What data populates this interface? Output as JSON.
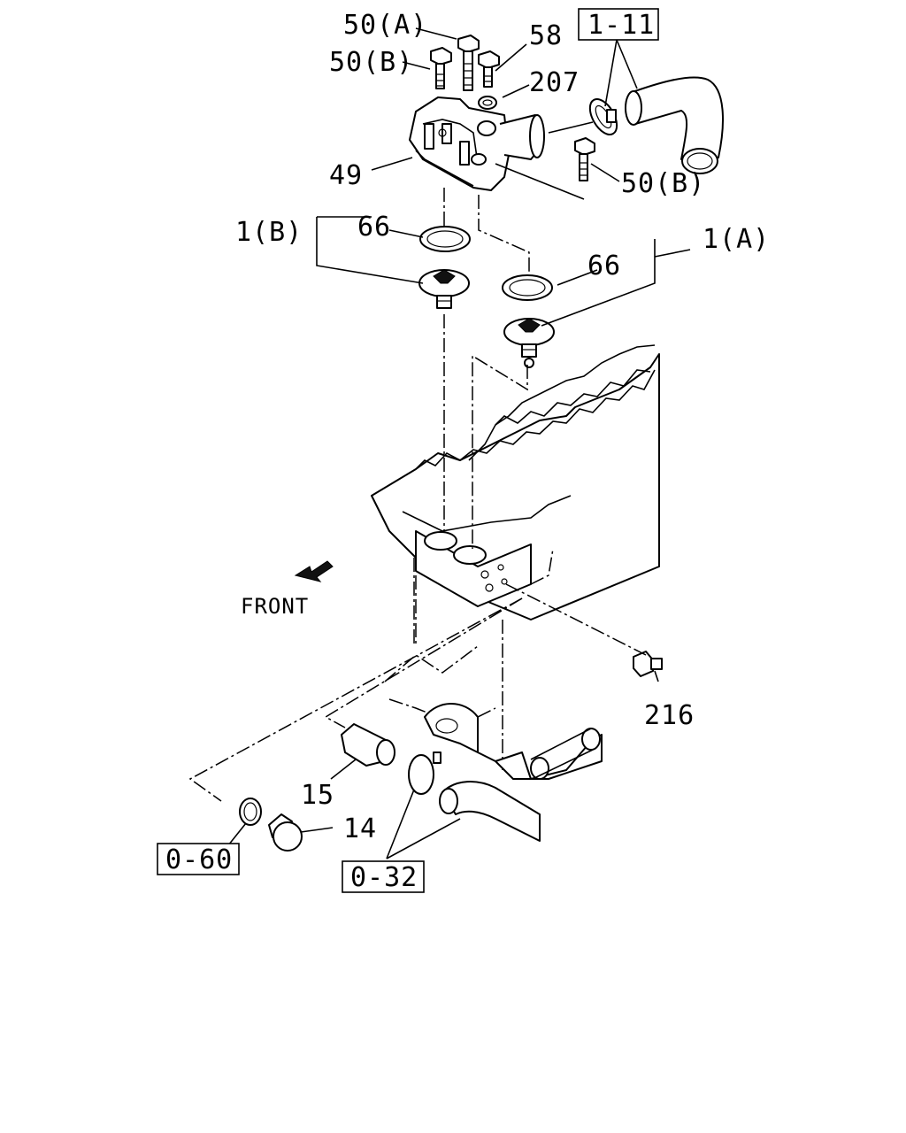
{
  "callouts": {
    "bolt_50a": "50(A)",
    "bolt_50b_top": "50(B)",
    "bolt_50b_right": "50(B)",
    "bolt_58": "58",
    "washer_207": "207",
    "housing_49": "49",
    "gasket_66_left": "66",
    "gasket_66_right": "66",
    "thermostat_1b": "1(B)",
    "thermostat_1a": "1(A)",
    "sensor_216": "216",
    "pipe_15": "15",
    "plug_14": "14"
  },
  "references": {
    "ref_1_11": "1-11",
    "ref_0_60": "0-60",
    "ref_0_32": "0-32"
  },
  "direction": {
    "front_label": "FRONT"
  }
}
